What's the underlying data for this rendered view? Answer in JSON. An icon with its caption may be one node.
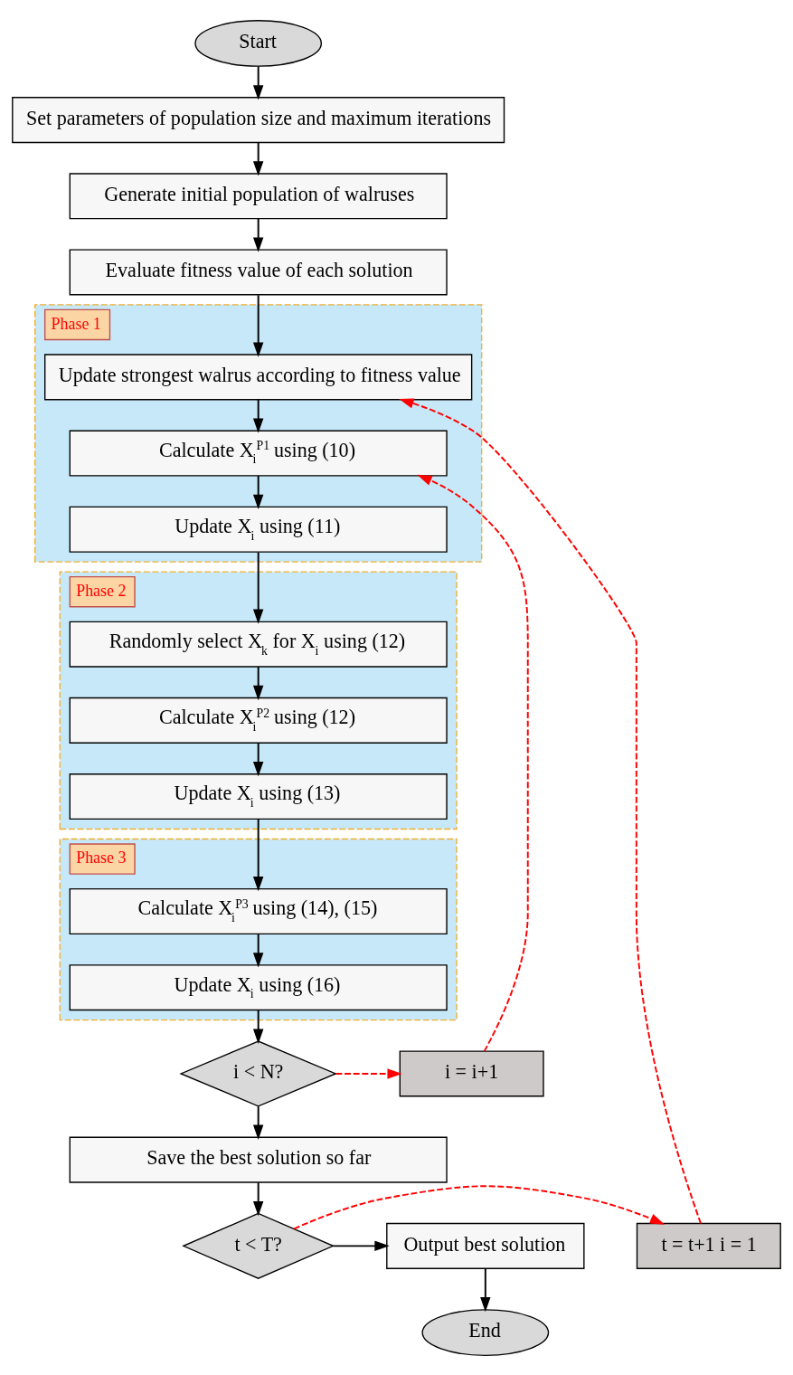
{
  "diagram": {
    "nodes": [
      {
        "text": [
          "Start"
        ]
      },
      {
        "text": [
          "Set parameters of population size and maximum iterations"
        ]
      },
      {
        "text": [
          "Generate initial population of walruses"
        ]
      },
      {
        "text": [
          "Evaluate fitness value of each solution"
        ]
      },
      {
        "text": [
          "Phase 1"
        ]
      },
      {
        "text": [
          "Update strongest walrus according to fitness value"
        ],
        "in": 4
      },
      {
        "text": [
          "Calculate X$_{i}$$^{P1}$ using (10)"
        ],
        "in": 4
      },
      {
        "text": [
          "Update X$_{i}$ using (11)"
        ],
        "in": 4
      },
      {
        "text": [
          "Phase 2"
        ]
      },
      {
        "text": [
          "Randomly select X$_{k}$ for X$_{i}$ using (12)"
        ],
        "in": 8
      },
      {
        "text": [
          "Calculate X$_{i}$$^{P2}$ using (12)"
        ],
        "in": 8
      },
      {
        "text": [
          "Update X$_{i}$ using (13)"
        ],
        "in": 8
      },
      {
        "text": [
          "Phase 3"
        ]
      },
      {
        "text": [
          "Calculate X$_{i}$$^{P3}$ using (14), (15)"
        ],
        "in": 12
      },
      {
        "text": [
          "Update X$_{i}$ using (16)"
        ],
        "in": 12
      },
      {
        "text": [
          "i < N?"
        ]
      },
      {
        "text": [
          "i = i+1"
        ]
      },
      {
        "text": [
          "Save the best solution so far"
        ]
      },
      {
        "text": [
          "t < T?"
        ]
      },
      {
        "text": [
          "t = t+1 i = 1"
        ]
      },
      {
        "text": [
          "Output best solution"
        ]
      },
      {
        "text": [
          "End"
        ]
      }
    ],
    "edges": [
      {
        "from": 0,
        "to": 1,
        "arrow": "to"
      },
      {
        "from": 1,
        "to": 2,
        "arrow": "to"
      },
      {
        "from": 2,
        "to": 3,
        "arrow": "to"
      },
      {
        "from": 3,
        "to": 5,
        "arrow": "to"
      },
      {
        "from": 5,
        "to": 6,
        "arrow": "to"
      },
      {
        "from": 6,
        "to": 7,
        "arrow": "to"
      },
      {
        "from": 7,
        "to": 9,
        "arrow": "to"
      },
      {
        "from": 9,
        "to": 10,
        "arrow": "to"
      },
      {
        "from": 10,
        "to": 11,
        "arrow": "to"
      },
      {
        "from": 11,
        "to": 13,
        "arrow": "to"
      },
      {
        "from": 13,
        "to": 14,
        "arrow": "to"
      },
      {
        "from": 14,
        "to": 15,
        "arrow": "to"
      },
      {
        "from": 15,
        "to": 16,
        "arrow": "to",
        "style": "dashed",
        "color": "#ff0000"
      },
      {
        "from": 16,
        "to": 6,
        "arrow": "to",
        "style": "dashed",
        "color": "#ff0000"
      },
      {
        "from": 15,
        "to": 17,
        "arrow": "to"
      },
      {
        "from": 17,
        "to": 18,
        "arrow": "to"
      },
      {
        "from": 18,
        "to": 20,
        "arrow": "to"
      },
      {
        "from": 18,
        "to": 19,
        "arrow": "to",
        "style": "dashed",
        "color": "#ff0000"
      },
      {
        "from": 19,
        "to": 5,
        "arrow": "to",
        "style": "dashed",
        "color": "#ff0000"
      },
      {
        "from": 20,
        "to": 21,
        "arrow": "to"
      }
    ]
  }
}
